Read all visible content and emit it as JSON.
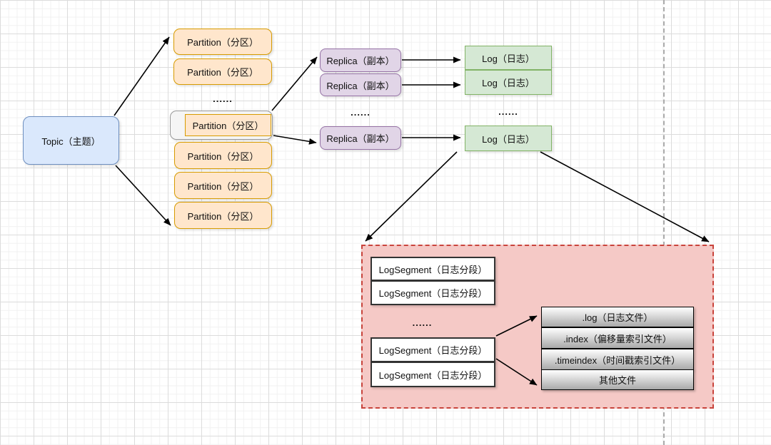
{
  "canvas": {
    "ellipsis": "......"
  },
  "colors": {
    "topic_fill": "#dae8fc",
    "topic_stroke": "#6c8ebf",
    "partition_fill": "#ffe6cc",
    "partition_stroke": "#d79b00",
    "highlight_fill": "#f5f5f5",
    "highlight_stroke": "#999999",
    "replica_fill": "#e1d5e7",
    "replica_stroke": "#9673a6",
    "log_fill": "#d5e8d4",
    "log_stroke": "#82b366",
    "group_fill": "#f5c9c6",
    "group_stroke": "#c9443c",
    "segment_fill": "#ffffff",
    "segment_stroke": "#333333",
    "file_grad_top": "#ffffff",
    "file_grad_bottom": "#a9a9a9",
    "file_stroke": "#000000",
    "arrow": "#000000"
  },
  "nodes": {
    "topic": "Topic（主题）",
    "partition": "Partition（分区）",
    "replica": "Replica（副本）",
    "log": "Log（日志）",
    "segment": "LogSegment（日志分段）",
    "files": [
      ".log（日志文件）",
      ".index（偏移量索引文件）",
      ".timeindex（时间戳索引文件）",
      "其他文件"
    ]
  }
}
